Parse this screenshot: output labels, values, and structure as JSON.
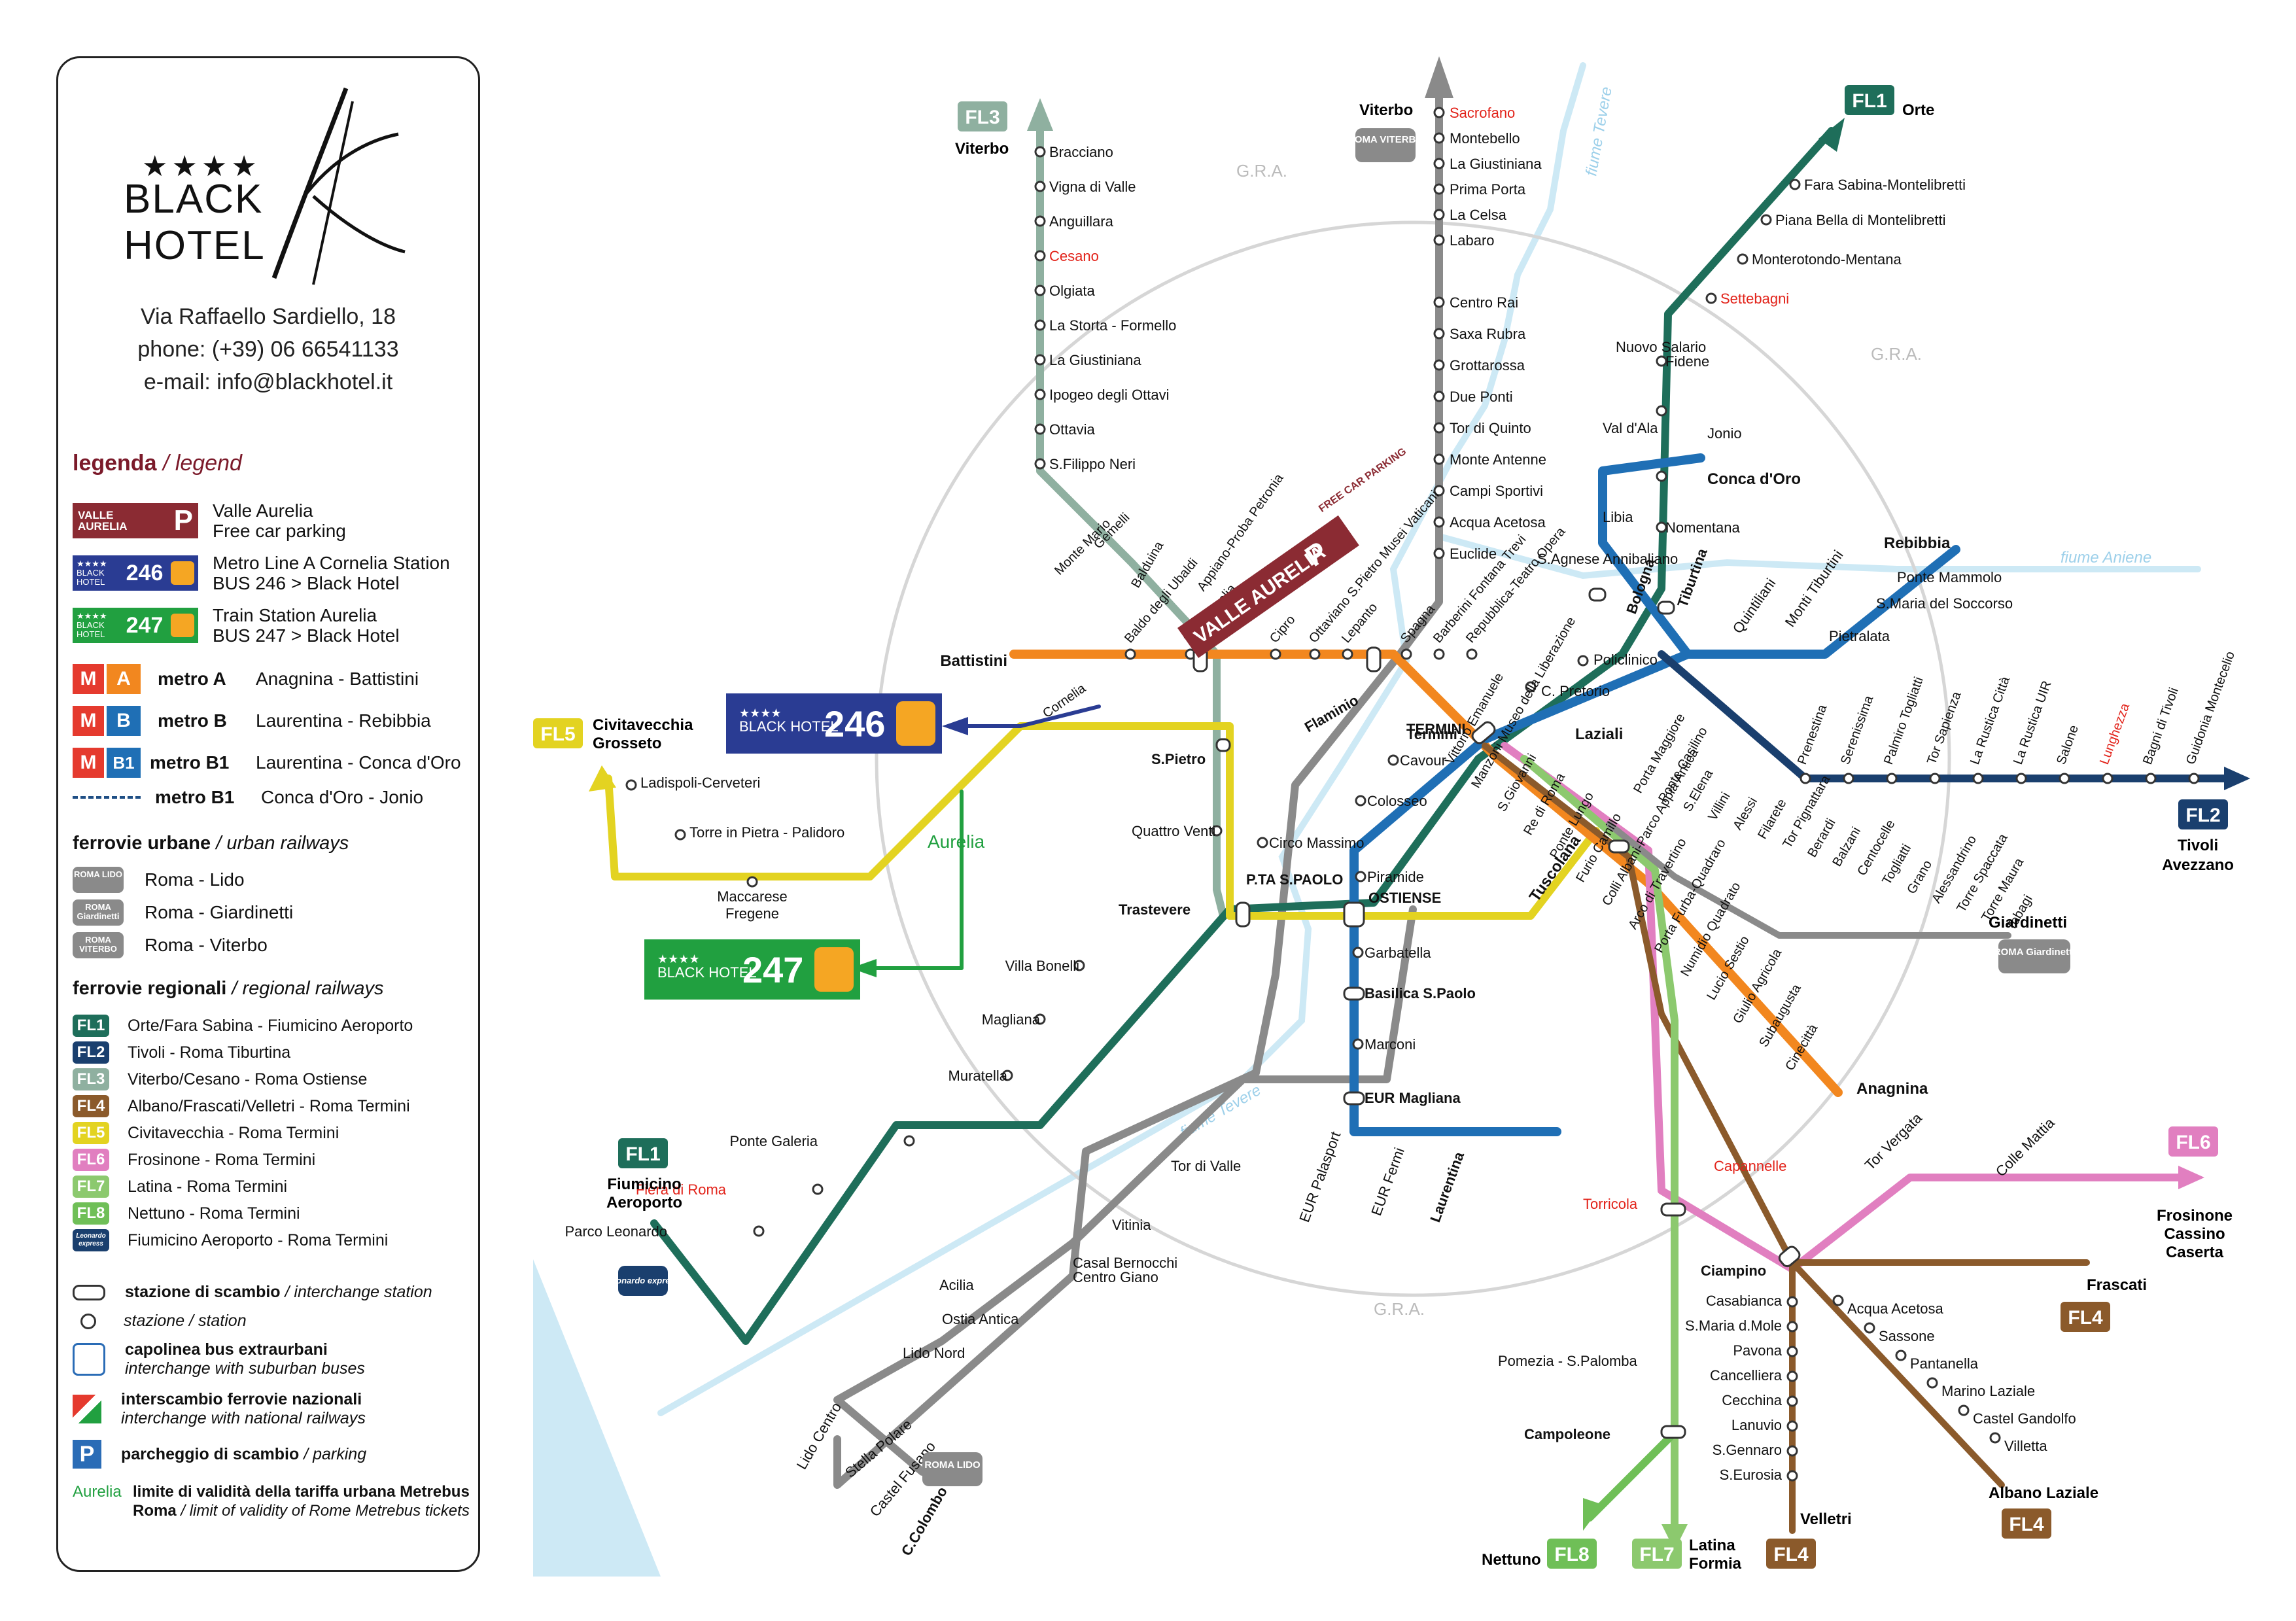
{
  "hotel": {
    "stars": "★★★★",
    "name_left": "BLACK",
    "name_right": "HOTEL",
    "address": "Via Raffaello Sardiello, 18",
    "phone": "phone: (+39) 06 66541133",
    "email": "e-mail: info@blackhotel.it"
  },
  "legend": {
    "title": "legenda",
    "title_en": "/ legend",
    "parking": {
      "badge": "VALLE AURELIA",
      "p": "P",
      "line1": "Valle Aurelia",
      "line2": "Free car parking"
    },
    "bus246": {
      "stars": "★★★★",
      "brand": "BLACK HOTEL",
      "num": "246",
      "line1": "Metro Line A Cornelia Station",
      "line2": "BUS 246 > Black Hotel"
    },
    "bus247": {
      "stars": "★★★★",
      "brand": "BLACK HOTEL",
      "num": "247",
      "line1": "Train Station Aurelia",
      "line2": "BUS 247 > Black Hotel"
    },
    "metros": [
      {
        "m": "M",
        "code": "A",
        "name": "metro A",
        "route": "Anagnina - Battistini",
        "color": "#f2871f"
      },
      {
        "m": "M",
        "code": "B",
        "name": "metro B",
        "route": "Laurentina - Rebibbia",
        "color": "#1f6fb5"
      },
      {
        "m": "M",
        "code": "B1",
        "name": "metro B1",
        "route": "Laurentina - Conca d'Oro",
        "color": "#1f6fb5"
      },
      {
        "m": "",
        "code": "",
        "name": "metro B1",
        "route": "Conca d'Oro - Jonio",
        "color": "#1f4f85"
      }
    ],
    "urban_title": "ferrovie urbane",
    "urban_title_en": "/ urban railways",
    "urban": [
      {
        "code": "ROMA LIDO",
        "route": "Roma - Lido"
      },
      {
        "code": "ROMA Giardinetti",
        "route": "Roma - Giardinetti"
      },
      {
        "code": "ROMA VITERBO",
        "route": "Roma - Viterbo"
      }
    ],
    "regional_title": "ferrovie regionali",
    "regional_title_en": "/ regional railways",
    "regional": [
      {
        "code": "FL1",
        "route": "Orte/Fara Sabina - Fiumicino Aeroporto",
        "color": "#1e6e5a"
      },
      {
        "code": "FL2",
        "route": "Tivoli - Roma Tiburtina",
        "color": "#1a3f6e"
      },
      {
        "code": "FL3",
        "route": "Viterbo/Cesano - Roma Ostiense",
        "color": "#8fb0a0"
      },
      {
        "code": "FL4",
        "route": "Albano/Frascati/Velletri - Roma Termini",
        "color": "#8b5a2b"
      },
      {
        "code": "FL5",
        "route": "Civitavecchia - Roma Termini",
        "color": "#e3d321"
      },
      {
        "code": "FL6",
        "route": "Frosinone - Roma Termini",
        "color": "#e17fc0"
      },
      {
        "code": "FL7",
        "route": "Latina - Roma Termini",
        "color": "#8cc96e"
      },
      {
        "code": "FL8",
        "route": "Nettuno - Roma Termini",
        "color": "#6fbf57"
      },
      {
        "code": "Leonardo express",
        "route": "Fiumicino Aeroporto - Roma Termini",
        "color": "#1a3f6e"
      }
    ],
    "symbols": [
      {
        "bold": "stazione di scambio",
        "it": "/ interchange station",
        "sub": ""
      },
      {
        "bold": "",
        "it": "stazione / station",
        "sub": ""
      },
      {
        "bold": "capolinea bus extraurbani",
        "it": "",
        "sub": "interchange with suburban buses"
      },
      {
        "bold": "interscambio ferrovie nazionali",
        "it": "",
        "sub": "interchange with national railways"
      },
      {
        "bold": "parcheggio di scambio",
        "it": "/ parking",
        "sub": ""
      }
    ],
    "limit": {
      "word": "Aurelia",
      "bold": "limite di validità della tariffa urbana Metrebus",
      "line2b": "Roma",
      "line2": "/ limit of validity of Rome Metrebus tickets"
    }
  },
  "map": {
    "gra": "G.R.A.",
    "rivers": [
      "fiume Tevere",
      "fiume Aniene"
    ],
    "line_badges": {
      "FL1_top": "FL1",
      "FL1_top_dest": "Orte",
      "FL1_bot": "FL1",
      "FL1_bot_dest1": "Fiumicino",
      "FL1_bot_dest2": "Aeroporto",
      "FL2": "FL2",
      "FL2_dest1": "Tivoli",
      "FL2_dest2": "Avezzano",
      "FL3": "FL3",
      "FL3_dest": "Viterbo",
      "FL4a": "FL4",
      "FL4a_dest": "Frascati",
      "FL4b": "FL4",
      "FL4b_dest": "Albano Laziale",
      "FL4c": "FL4",
      "FL4c_dest": "Velletri",
      "FL5": "FL5",
      "FL5_dest1": "Civitavecchia",
      "FL5_dest2": "Grosseto",
      "FL6": "FL6",
      "FL6_dest1": "Frosinone",
      "FL6_dest2": "Cassino",
      "FL6_dest3": "Caserta",
      "FL7": "FL7",
      "FL7_dest1": "Latina",
      "FL7_dest2": "Formia",
      "FL8": "FL8",
      "FL8_dest": "Nettuno",
      "viterbo_top": "Viterbo",
      "roma_viterbo": "ROMA VITERBO",
      "roma_lido": "ROMA LIDO",
      "roma_giardinetti": "ROMA Giardinetti",
      "giardinetti": "Giardinetti",
      "leonardo": "Leonardo express",
      "valle_aurelia_big": "VALLE AURELIA",
      "free_parking": "FREE CAR PARKING",
      "bus246": "246",
      "bus247": "247",
      "black_hotel": "BLACK HOTEL",
      "aurelia": "Aurelia"
    },
    "stations": {
      "fl3": [
        "Bracciano",
        "Vigna di Valle",
        "Anguillara",
        "Cesano",
        "Olgiata",
        "La Storta - Formello",
        "La Giustiniana",
        "Ipogeo degli Ottavi",
        "Ottavia",
        "S.Filippo Neri"
      ],
      "viterbo": [
        "Sacrofano",
        "Montebello",
        "La Giustiniana",
        "Prima Porta",
        "La Celsa",
        "Labaro",
        "Centro Rai",
        "Saxa Rubra",
        "Grottarossa",
        "Due Ponti",
        "Tor di Quinto",
        "Monte Antenne",
        "Campi Sportivi",
        "Acqua Acetosa",
        "Euclide"
      ],
      "fl1n": [
        "Fara Sabina-Montelibretti",
        "Piana Bella di Montelibretti",
        "Monterotondo-Mentana",
        "Settebagni",
        "Fidene",
        "Nuovo Salario",
        "Val d'Ala",
        "Nomentana"
      ],
      "metroA_w": [
        "Battistini",
        "Cornelia",
        "Baldo degli Ubaldi",
        "Valle Aurelia",
        "Cipro",
        "Ottaviano S.Pietro Musei Vaticani",
        "Lepanto",
        "Flaminio",
        "Spagna",
        "Barberini Fontana Trevi",
        "Repubblica-Teatro Opera",
        "Termini"
      ],
      "fl3w": [
        "Monte Mario",
        "Gemelli",
        "Balduina",
        "Appiano-Proba Petronia",
        "S.Pietro",
        "Quattro Venti",
        "Trastevere"
      ],
      "fl5": [
        "Ladispoli-Cerveteri",
        "Torre in Pietra - Palidoro",
        "Maccarese Fregene"
      ],
      "metroB_n": [
        "Jonio",
        "Conca d'Oro",
        "Libia",
        "S.Agnese Annibaliano",
        "Bologna",
        "Policlinico",
        "C. Pretorio",
        "Tiburtina",
        "Quintiliani",
        "Monti Tiburtini",
        "Pietralata",
        "S.Maria del Soccorso",
        "Ponte Mammolo",
        "Rebibbia"
      ],
      "metroB_s": [
        "Cavour",
        "Colosseo",
        "Circo Massimo",
        "Piramide",
        "Garbatella",
        "Basilica S.Paolo",
        "Marconi",
        "EUR Magliana",
        "EUR Palasport",
        "EUR Fermi",
        "Laurentina"
      ],
      "fl1s": [
        "Villa Bonelli",
        "Magliana",
        "Muratella",
        "Ponte Galeria",
        "Fiera di Roma",
        "Parco Leonardo"
      ],
      "lido": [
        "Tor di Valle",
        "Vitinia",
        "Casal Bernocchi Centro Giano",
        "Acilia",
        "Ostia Antica",
        "Lido Nord",
        "Lido Centro",
        "Stella Polare",
        "Castel Fusano",
        "C.Colombo"
      ],
      "fl2": [
        "Prenestina",
        "Serenissima",
        "Palmiro Togliatti",
        "Tor Sapienza",
        "La Rustica Città",
        "La Rustica UIR",
        "Salone",
        "Lunghezza",
        "Bagni di Tivoli",
        "Guidonia Montecelio"
      ],
      "giard": [
        "Laziali",
        "Porta Maggiore",
        "Ponte Casilino",
        "S.Elena",
        "Villini",
        "Alessi",
        "Filarete",
        "Tor Pignattara",
        "Berardi",
        "Balzani",
        "Centocelle",
        "Togliatti",
        "Grano",
        "Alessandrino",
        "Torre Spaccata",
        "Torre Maura",
        "Tobagi"
      ],
      "metroA_s": [
        "Vittorio Emanuele",
        "Manzoni Museo della Liberazione",
        "S.Giovanni",
        "Re di Roma",
        "Ponte Lungo",
        "Furio Camillo",
        "Colli Albani-Parco Appia Antica",
        "Arco di Travertino",
        "Porta Furba-Quadraro",
        "Numidio Quadrato",
        "Lucio Sestio",
        "Giulio Agricola",
        "Subaugusta",
        "Cinecittà",
        "Anagnina"
      ],
      "south": [
        "Tuscolana",
        "Capannelle",
        "Torricola",
        "Ciampino",
        "Pomezia - S.Palomba",
        "Campoleone"
      ],
      "fl4": [
        "Casabianca",
        "S.Maria d.Mole",
        "Pavona",
        "Cancelliera",
        "Cecchina",
        "Lanuvio",
        "S.Gennaro",
        "S.Eurosia",
        "Acqua Acetosa",
        "Sassone",
        "Pantanella",
        "Marino Laziale",
        "Castel Gandolfo",
        "Villetta"
      ],
      "fl6": [
        "Tor Vergata",
        "Colle Mattia"
      ],
      "hubs": [
        "P.TA S.PAOLO",
        "OSTIENSE",
        "FLAMINIO PZA del POPOLO",
        "TERMINI",
        "BOLOGNA",
        "TIBURTINA",
        "TUSCOLANA",
        "CIAMPINO",
        "CAMPOLEONE",
        "TRASTEVERE",
        "S.PIETRO",
        "EUR MAGLIANA",
        "BASILICA S.PAOLO",
        "PIRAMIDE",
        "Conca d'Oro"
      ]
    }
  }
}
